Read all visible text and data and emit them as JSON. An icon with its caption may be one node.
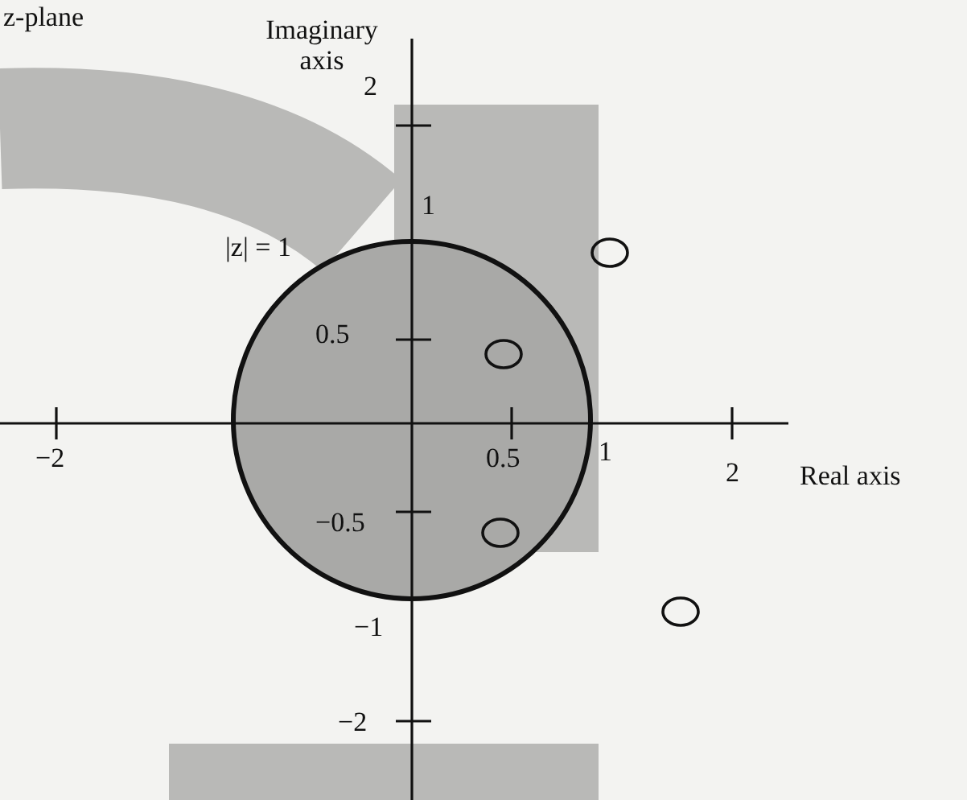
{
  "diagram": {
    "labels": [
      "z-plane",
      "Imaginary axis",
      "2",
      "1",
      "|z| = 1",
      "0.5",
      "−2",
      "0.5",
      "1",
      "2",
      "Real axis",
      "−0.5",
      "−1",
      "−2"
    ]
  }
}
